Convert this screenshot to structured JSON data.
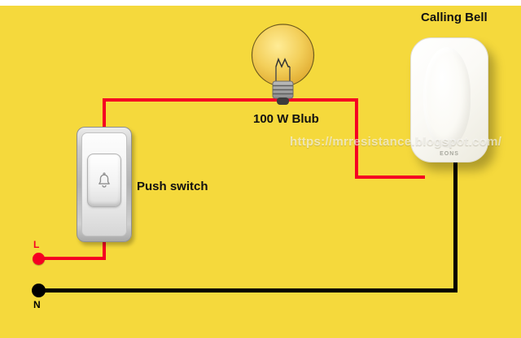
{
  "diagram": {
    "title": "Calling Bell",
    "bulb_label": "100 W Blub",
    "switch_label": "Push switch",
    "live_label": "L",
    "neutral_label": "N",
    "watermark": "https://mrresistance.blogspot.com/",
    "bell_brand": "EONS"
  },
  "colors": {
    "background": "#f5d93c",
    "wire_live": "#f50022",
    "wire_neutral": "#000000",
    "live_terminal": "#f50022",
    "neutral_terminal": "#000000",
    "label_text": "#111111",
    "watermark_color": "rgba(255,255,255,0.60)"
  }
}
